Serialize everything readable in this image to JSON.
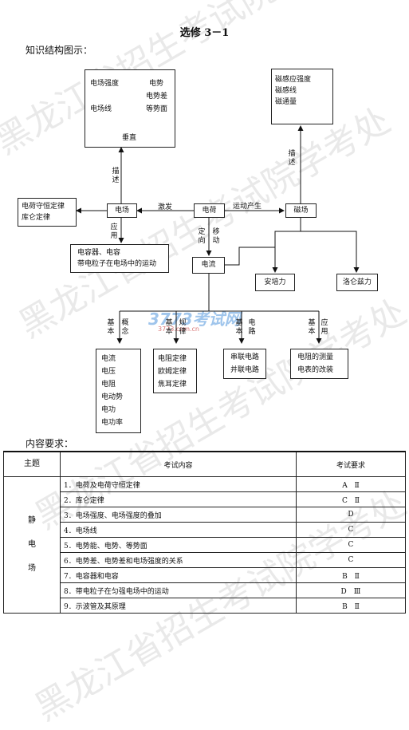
{
  "page": {
    "title": "选修 3－1",
    "section1": "知识结构图示：",
    "section2": "内容要求："
  },
  "diagram": {
    "field_box": {
      "line1_left": "电场强度",
      "line1_right": "电势",
      "line2_right": "电势差",
      "line3_left": "电场线",
      "line3_right": "等势面"
    },
    "perpendicular": "垂直",
    "describe_left": "描述",
    "magnetic_box": [
      "磁感应强度",
      "磁感线",
      "磁通量"
    ],
    "describe_right": "描述",
    "laws_box": [
      "电荷守恒定律",
      "库仑定律"
    ],
    "efield": "电场",
    "excite": "激发",
    "charge": "电荷",
    "moving_produce": "运动产生",
    "mfield": "磁场",
    "apply": "应用",
    "capacitor_box": [
      "电容器、电容",
      "带电粒子在电场中的运动"
    ],
    "directional": "定向",
    "move": "移动",
    "current": "电流",
    "ampere": "安培力",
    "lorentz": "洛仑兹力",
    "branch_labels": [
      "基本",
      "概念",
      "基本",
      "规律",
      "基本",
      "电路",
      "基本",
      "应用"
    ],
    "concepts_box": [
      "电流",
      "电压",
      "电阻",
      "电动势",
      "电功",
      "电功率"
    ],
    "laws2_box": [
      "电阻定律",
      "欧姆定律",
      "焦耳定律"
    ],
    "circuits_box": [
      "串联电路",
      "并联电路"
    ],
    "apps_box": [
      "电阻的测量",
      "电表的改装"
    ]
  },
  "watermark": {
    "text": "黑龙江省招生考试院学考处",
    "logo": "3773考试网",
    "logo_sub": "3773.com.cn"
  },
  "table": {
    "headers": [
      "主题",
      "考试内容",
      "考试要求"
    ],
    "topic": "静电场",
    "rows": [
      {
        "content": "1．电荷及电荷守恒定律",
        "req": "A　Ⅱ"
      },
      {
        "content": "2．库仑定律",
        "req": "C　Ⅱ"
      },
      {
        "content": "3．电场强度、电场强度的叠加",
        "req": "D"
      },
      {
        "content": "4．电场线",
        "req": "C"
      },
      {
        "content": "5．电势能、电势、等势面",
        "req": "C"
      },
      {
        "content": "6．电势差、电势差和电场强度的关系",
        "req": "C"
      },
      {
        "content": "7．电容器和电容",
        "req": "B　Ⅱ"
      },
      {
        "content": "8．带电粒子在匀强电场中的运动",
        "req": "D　Ⅲ"
      },
      {
        "content": "9．示波管及其原理",
        "req": "B　Ⅱ"
      }
    ]
  }
}
